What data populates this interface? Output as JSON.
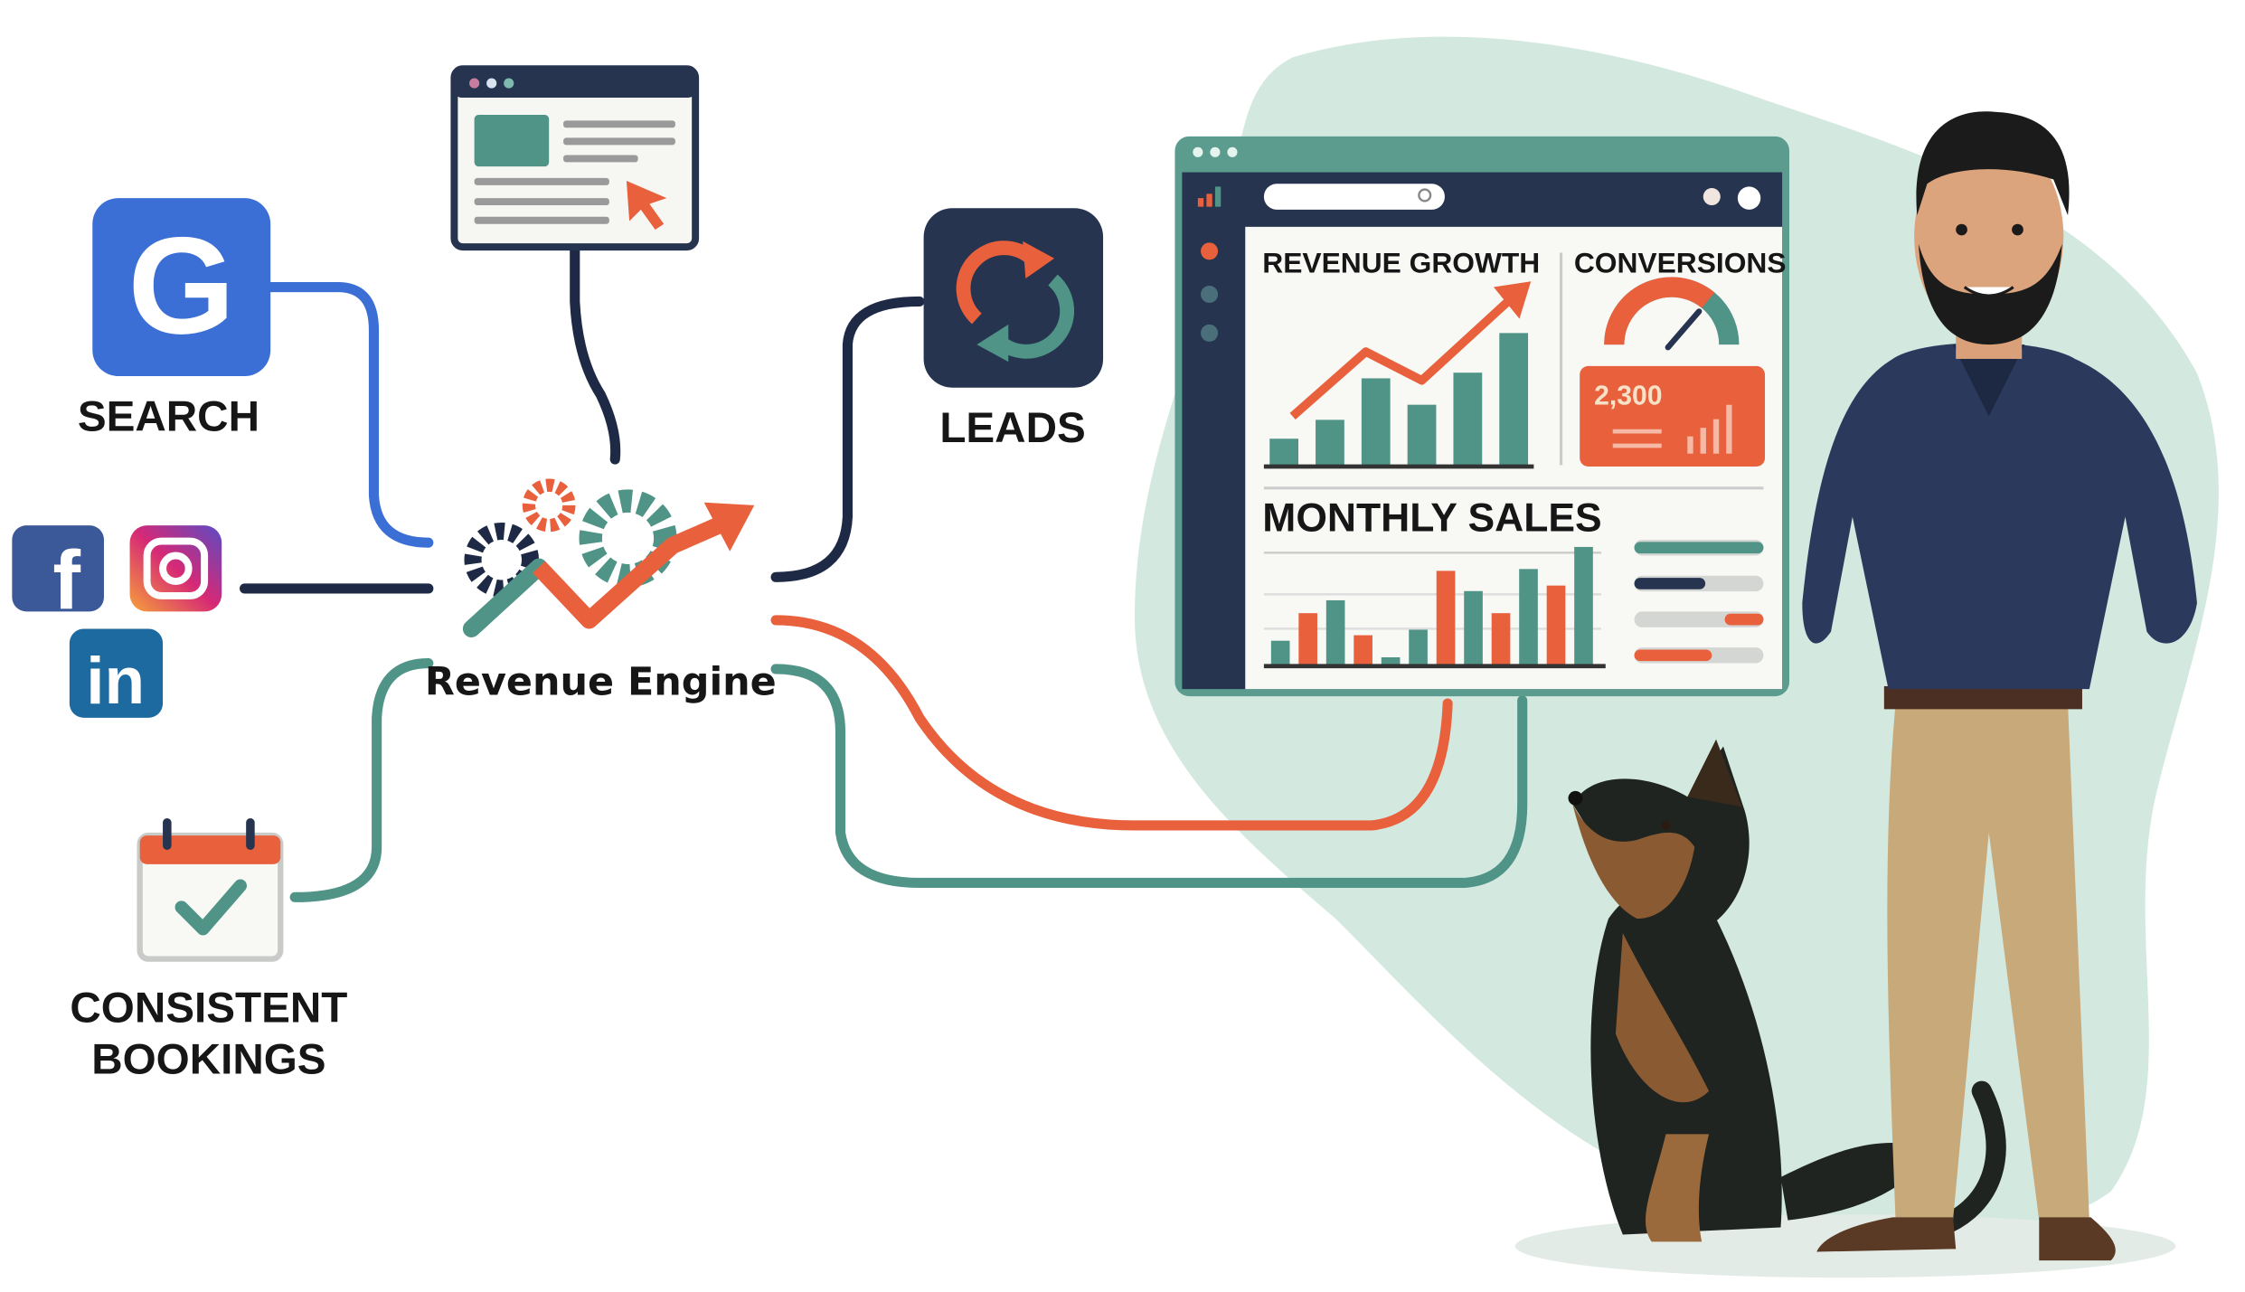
{
  "colors": {
    "navy": "#26344f",
    "teal": "#4f9486",
    "orange": "#e8603c",
    "blue": "#3b6fd6",
    "blob": "#d3e9e0",
    "pants": "#c8a97a",
    "shirt": "#2b3a5c"
  },
  "nodes": {
    "search": {
      "label": "SEARCH",
      "icon": "google-icon",
      "glyph": "G"
    },
    "social": {
      "icons": [
        "facebook-icon",
        "instagram-icon",
        "linkedin-icon"
      ],
      "fb_glyph": "f",
      "in_glyph": "in"
    },
    "website": {
      "icon": "browser-window-icon"
    },
    "leads": {
      "label": "LEADS",
      "icon": "refresh-arrows-icon"
    },
    "bookings": {
      "label_line1": "CONSISTENT",
      "label_line2": "BOOKINGS",
      "icon": "calendar-check-icon"
    },
    "engine": {
      "label": "Revenue Engine",
      "icon": "gears-growth-arrow-icon"
    }
  },
  "dashboard": {
    "revenue_growth": {
      "title": "REVENUE GROWTH",
      "bars": [
        70,
        120,
        230,
        160,
        245,
        350
      ]
    },
    "conversions": {
      "title": "CONVERSIONS",
      "value": "2,300",
      "gauge_fraction": 0.72
    },
    "monthly_sales": {
      "title": "MONTHLY SALES",
      "bars": [
        65,
        140,
        175,
        80,
        20,
        95,
        255,
        200,
        140,
        260,
        215,
        320
      ],
      "bar_colors": [
        "teal",
        "orange",
        "teal",
        "orange",
        "teal",
        "teal",
        "orange",
        "teal",
        "orange",
        "teal",
        "orange",
        "teal"
      ]
    },
    "progress": [
      {
        "color": "teal",
        "fraction": 1.0
      },
      {
        "color": "navy",
        "fraction": 0.55
      },
      {
        "color": "orange",
        "fraction": 0.3
      },
      {
        "color": "orange",
        "fraction": 0.6
      }
    ]
  }
}
